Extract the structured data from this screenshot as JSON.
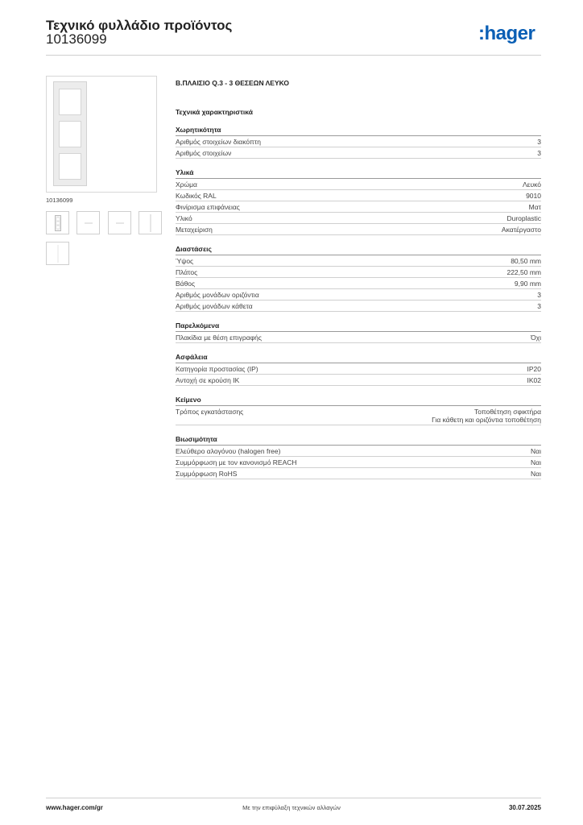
{
  "header": {
    "title": "Τεχνικό φυλλάδιο προϊόντος",
    "code": "10136099",
    "logo_text": "hager",
    "logo_prefix": ":"
  },
  "image": {
    "caption": "10136099",
    "thumbnails": [
      {
        "icon": "frame-thumb-icon"
      },
      {
        "icon": "dash-thumb-icon"
      },
      {
        "icon": "dash-thumb-icon"
      },
      {
        "icon": "line-thumb-icon"
      },
      {
        "icon": "blank-thumb-icon"
      }
    ]
  },
  "product": {
    "title": "Β.ΠΛΑΙΣΙΟ Q.3 - 3 ΘΕΣΕΩΝ ΛΕΥΚΟ",
    "tech_heading": "Τεχνικά χαρακτηριστικά"
  },
  "sections": [
    {
      "title": "Χωρητικότητα",
      "rows": [
        {
          "label": "Αριθμός στοιχείων διακόπτη",
          "value": [
            "3"
          ]
        },
        {
          "label": "Αριθμός στοιχείων",
          "value": [
            "3"
          ]
        }
      ]
    },
    {
      "title": "Υλικά",
      "rows": [
        {
          "label": "Χρώμα",
          "value": [
            "Λευκό"
          ]
        },
        {
          "label": "Κωδικός RAL",
          "value": [
            "9010"
          ]
        },
        {
          "label": "Φινίρισμα επιφάνειας",
          "value": [
            "Ματ"
          ]
        },
        {
          "label": "Υλικό",
          "value": [
            "Duroplastic"
          ]
        },
        {
          "label": "Μεταχείριση",
          "value": [
            "Ακατέργαστο"
          ]
        }
      ]
    },
    {
      "title": "Διαστάσεις",
      "rows": [
        {
          "label": "Ύψος",
          "value": [
            "80,50 mm"
          ]
        },
        {
          "label": "Πλάτος",
          "value": [
            "222,50 mm"
          ]
        },
        {
          "label": "Βάθος",
          "value": [
            "9,90 mm"
          ]
        },
        {
          "label": "Αριθμός μονάδων οριζόντια",
          "value": [
            "3"
          ]
        },
        {
          "label": "Αριθμός μονάδων κάθετα",
          "value": [
            "3"
          ]
        }
      ]
    },
    {
      "title": "Παρελκόμενα",
      "rows": [
        {
          "label": "Πλακίδια με θέση επιγραφής",
          "value": [
            "Όχι"
          ]
        }
      ]
    },
    {
      "title": "Ασφάλεια",
      "rows": [
        {
          "label": "Κατηγορία προστασίας (IP)",
          "value": [
            "IP20"
          ]
        },
        {
          "label": "Αντοχή σε κρούση IK",
          "value": [
            "IK02"
          ]
        }
      ]
    },
    {
      "title": "Κείμενο",
      "rows": [
        {
          "label": "Τρόπος εγκατάστασης",
          "value": [
            "Τοποθέτηση σφικτήρα",
            "Για κάθετη και οριζόντια τοποθέτηση"
          ]
        }
      ]
    },
    {
      "title": "Βιωσιμότητα",
      "rows": [
        {
          "label": "Ελεύθερο αλογόνου (halogen free)",
          "value": [
            "Ναι"
          ]
        },
        {
          "label": "Συμμόρφωση με τον κανονισμό REACH",
          "value": [
            "Ναι"
          ]
        },
        {
          "label": "Συμμόρφωση RoHS",
          "value": [
            "Ναι"
          ]
        }
      ]
    }
  ],
  "footer": {
    "website": "www.hager.com/gr",
    "note": "Με την επιφύλαξη τεχνικών αλλαγών",
    "date": "30.07.2025"
  },
  "colors": {
    "brand": "#0a5fb5"
  }
}
